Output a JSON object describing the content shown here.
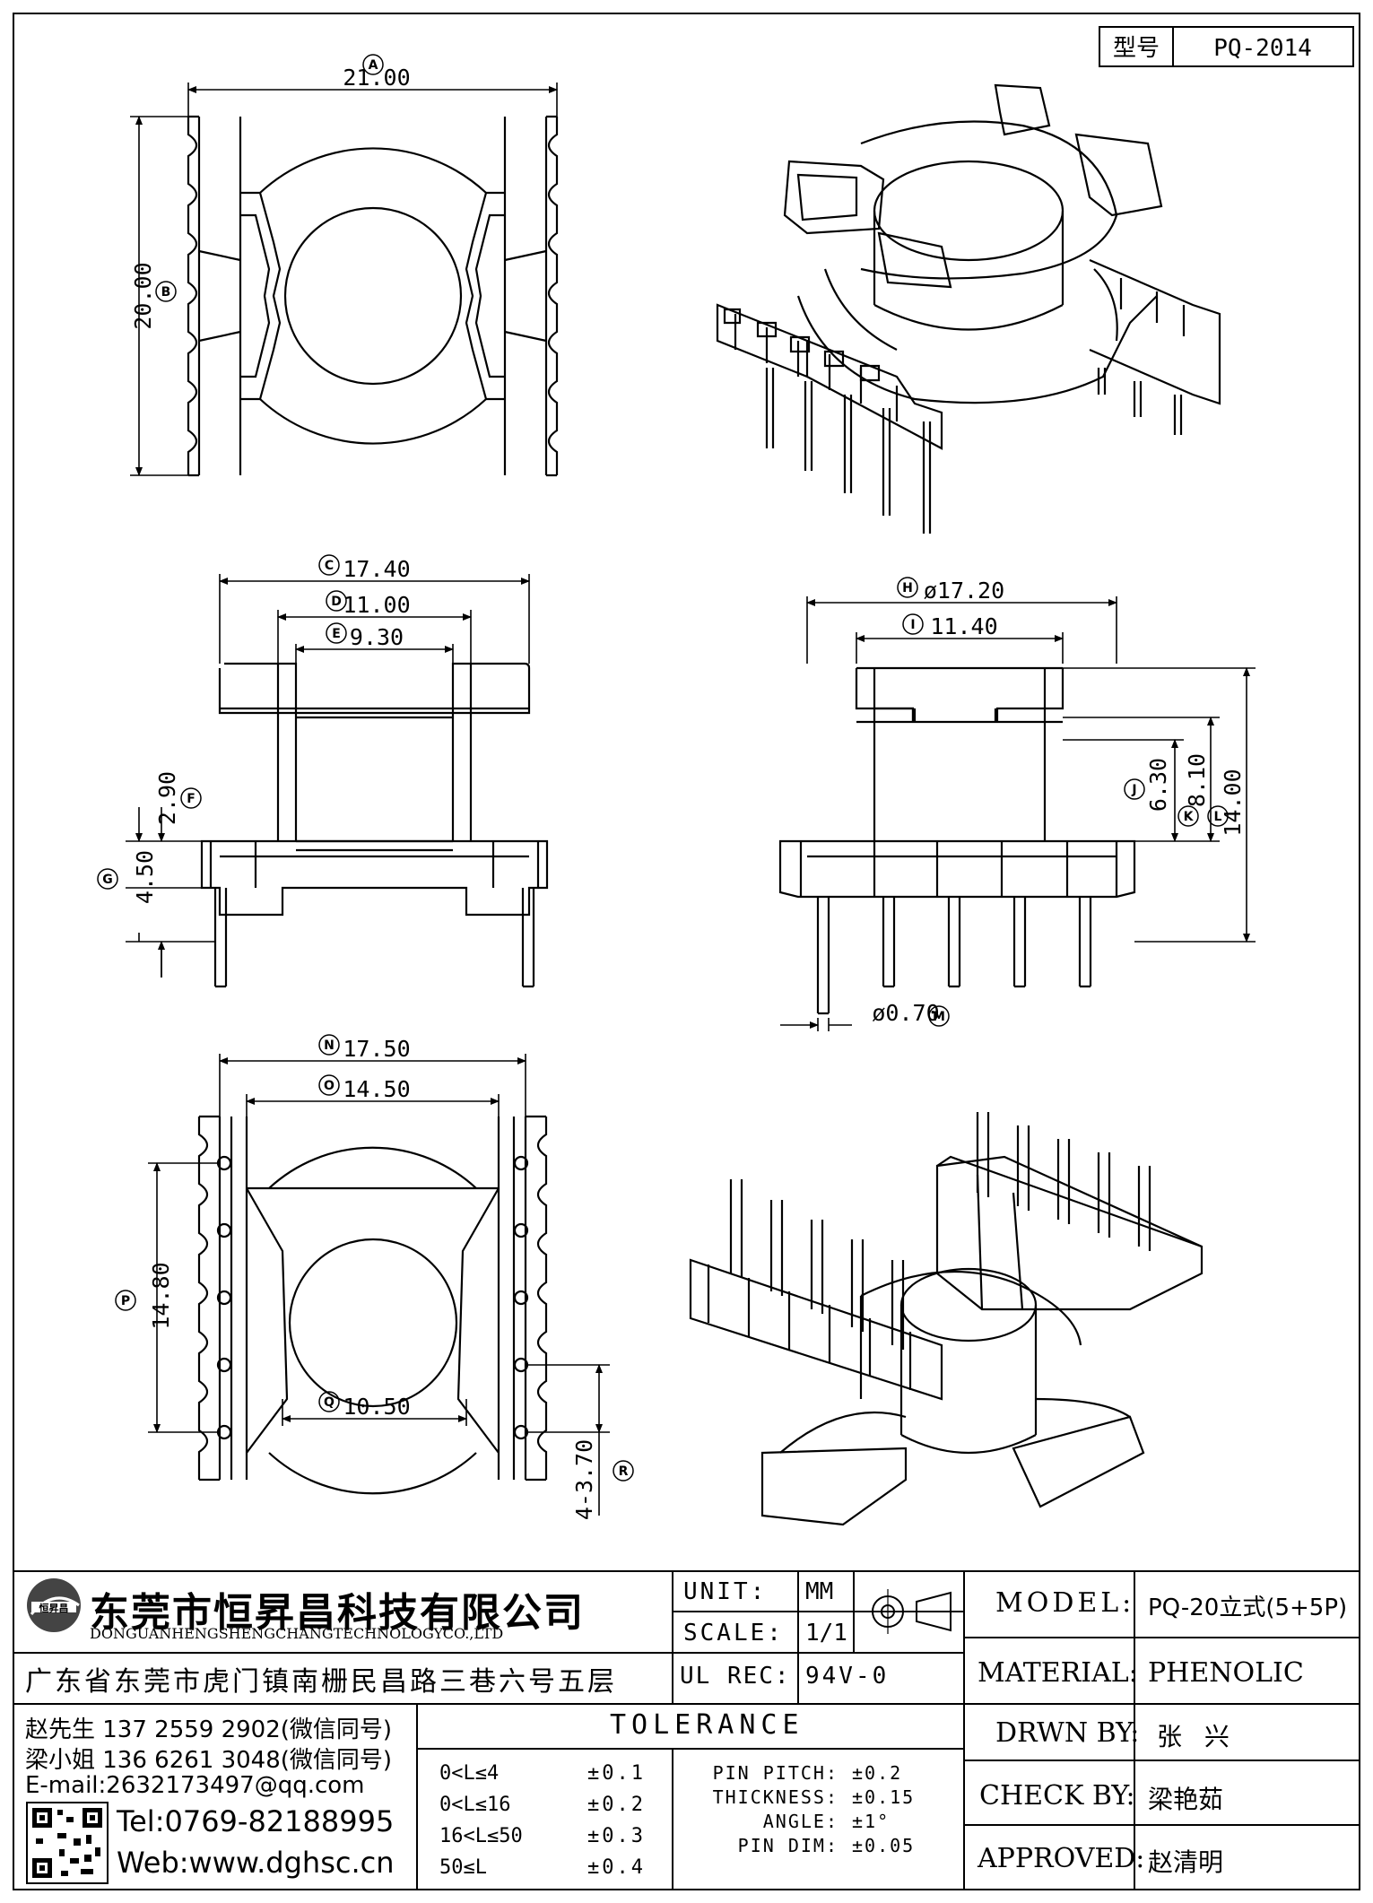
{
  "model_box": {
    "label": "型号",
    "value": "PQ-2014"
  },
  "dims": {
    "A": "21.00",
    "B": "20.00",
    "C": "17.40",
    "D": "11.00",
    "E": "9.30",
    "F": "2.90",
    "G": "4.50",
    "H": "ø17.20",
    "I": "11.40",
    "J": "6.30",
    "K": "8.10",
    "L": "14.00",
    "M": "ø0.70",
    "N": "17.50",
    "O": "14.50",
    "P": "14.80",
    "Q": "10.50",
    "R": "4-3.70"
  },
  "company": {
    "name_cn": "东莞市恒昇昌科技有限公司",
    "name_en": "DONGUANHENGSHENGCHANGTECHNOLOGYCO.,LTD",
    "address": "广东省东莞市虎门镇南栅民昌路三巷六号五层",
    "contact1": "赵先生 137 2559 2902(微信同号)",
    "contact2": "梁小姐 136 6261 3048(微信同号)",
    "email": "E-mail:2632173497@qq.com",
    "tel": "Tel:0769-82188995",
    "web": "Web:www.dghsc.cn",
    "logo_text": "恒昇昌"
  },
  "unit": {
    "label": "UNIT:",
    "value": "MM"
  },
  "scale": {
    "label": "SCALE:",
    "value": "1/1"
  },
  "ulrec": {
    "label": "UL REC:",
    "value": "94V-0"
  },
  "tolerance": {
    "title": "TOLERANCE",
    "rows": [
      {
        "range": "0<L≤4",
        "tol": "±0.1"
      },
      {
        "range": "0<L≤16",
        "tol": "±0.2"
      },
      {
        "range": "16<L≤50",
        "tol": "±0.3"
      },
      {
        "range": "50≤L",
        "tol": "±0.4"
      }
    ],
    "extra": [
      {
        "label": "PIN PITCH:",
        "tol": "±0.2"
      },
      {
        "label": "THICKNESS:",
        "tol": "±0.15"
      },
      {
        "label": "ANGLE:",
        "tol": "±1°"
      },
      {
        "label": "PIN DIM:",
        "tol": "±0.05"
      }
    ]
  },
  "model": {
    "label": "MODEL:",
    "value": "PQ-20立式(5+5P)"
  },
  "material": {
    "label": "MATERIAL:",
    "value": "PHENOLIC"
  },
  "drawn": {
    "label": "DRWN BY:",
    "value": "张 兴"
  },
  "check": {
    "label": "CHECK BY:",
    "value": "梁艳茹"
  },
  "approved": {
    "label": "APPROVED:",
    "value": "赵清明"
  }
}
